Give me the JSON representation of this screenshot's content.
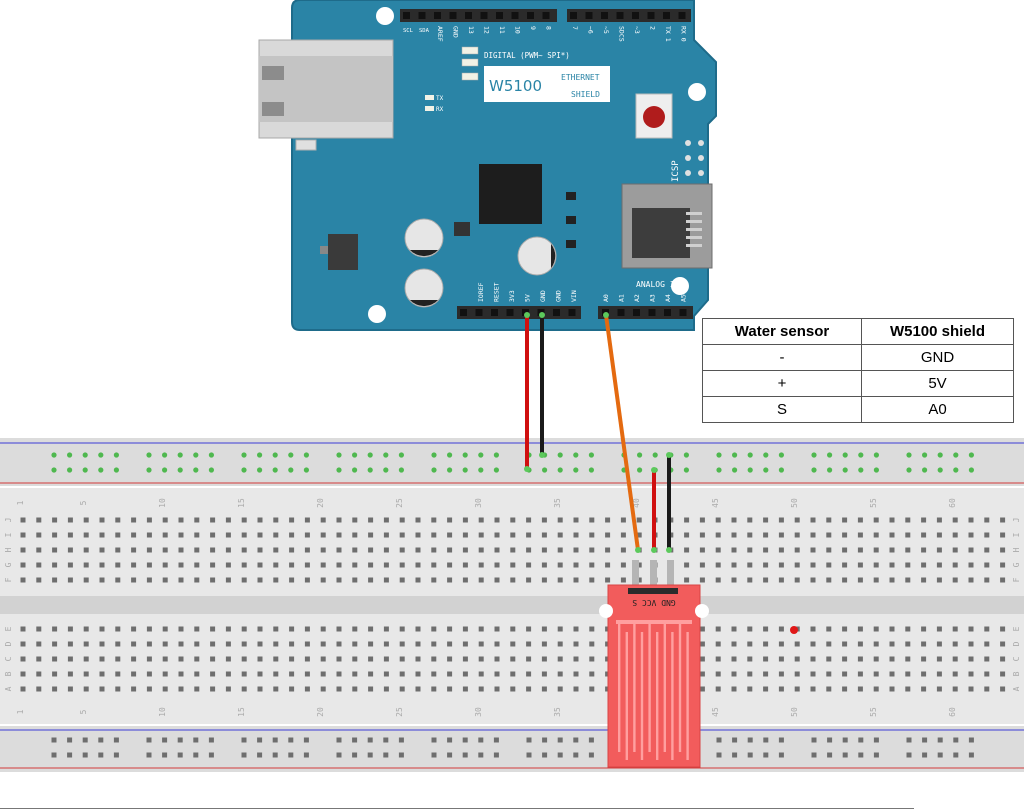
{
  "shield": {
    "model": "W5100",
    "brand_line1": "ETHERNET",
    "brand_line2": "SHIELD",
    "digital_label": "DIGITAL (PWM~ SPI*)",
    "analog_label": "ANALOG IN",
    "icsp_label": "ICSP",
    "tx_label": "TX",
    "rx_label": "RX",
    "top_header_left": [
      "SCL",
      "SDA",
      "AREF",
      "GND",
      "13",
      "12",
      "11",
      "10",
      "9",
      "8"
    ],
    "top_header_right": [
      "7",
      "~6",
      "~5",
      "SDCS",
      "~3",
      "2",
      "TX 1",
      "RX 0"
    ],
    "power_header": [
      "IOREF",
      "RESET",
      "3V3",
      "5V",
      "GND",
      "GND",
      "VIN"
    ],
    "analog_header": [
      "A0",
      "A1",
      "A2",
      "A3",
      "A4",
      "A5"
    ],
    "colors": {
      "board": "#2a84a6",
      "board_edge": "#1e6b8a",
      "header": "#2b2b2b"
    }
  },
  "breadboard": {
    "column_numbers": [
      "1",
      "5",
      "10",
      "15",
      "20",
      "25",
      "30",
      "35",
      "40",
      "45",
      "50",
      "55",
      "60"
    ],
    "rows_top": [
      "J",
      "I",
      "H",
      "G",
      "F"
    ],
    "rows_bottom": [
      "E",
      "D",
      "C",
      "B",
      "A"
    ]
  },
  "sensor": {
    "pin_label": "GND VCC S",
    "colors": {
      "body": "#f25c5c",
      "traces": "#ff9f9f"
    }
  },
  "wires": [
    {
      "name": "5V",
      "color": "#d01010"
    },
    {
      "name": "GND",
      "color": "#1a1a1a"
    },
    {
      "name": "A0",
      "color": "#e46a10"
    }
  ],
  "table": {
    "headers": [
      "Water sensor",
      "W5100 shield"
    ],
    "rows": [
      [
        "-",
        "GND"
      ],
      [
        "+",
        "5V"
      ],
      [
        "S",
        "A0"
      ]
    ]
  }
}
